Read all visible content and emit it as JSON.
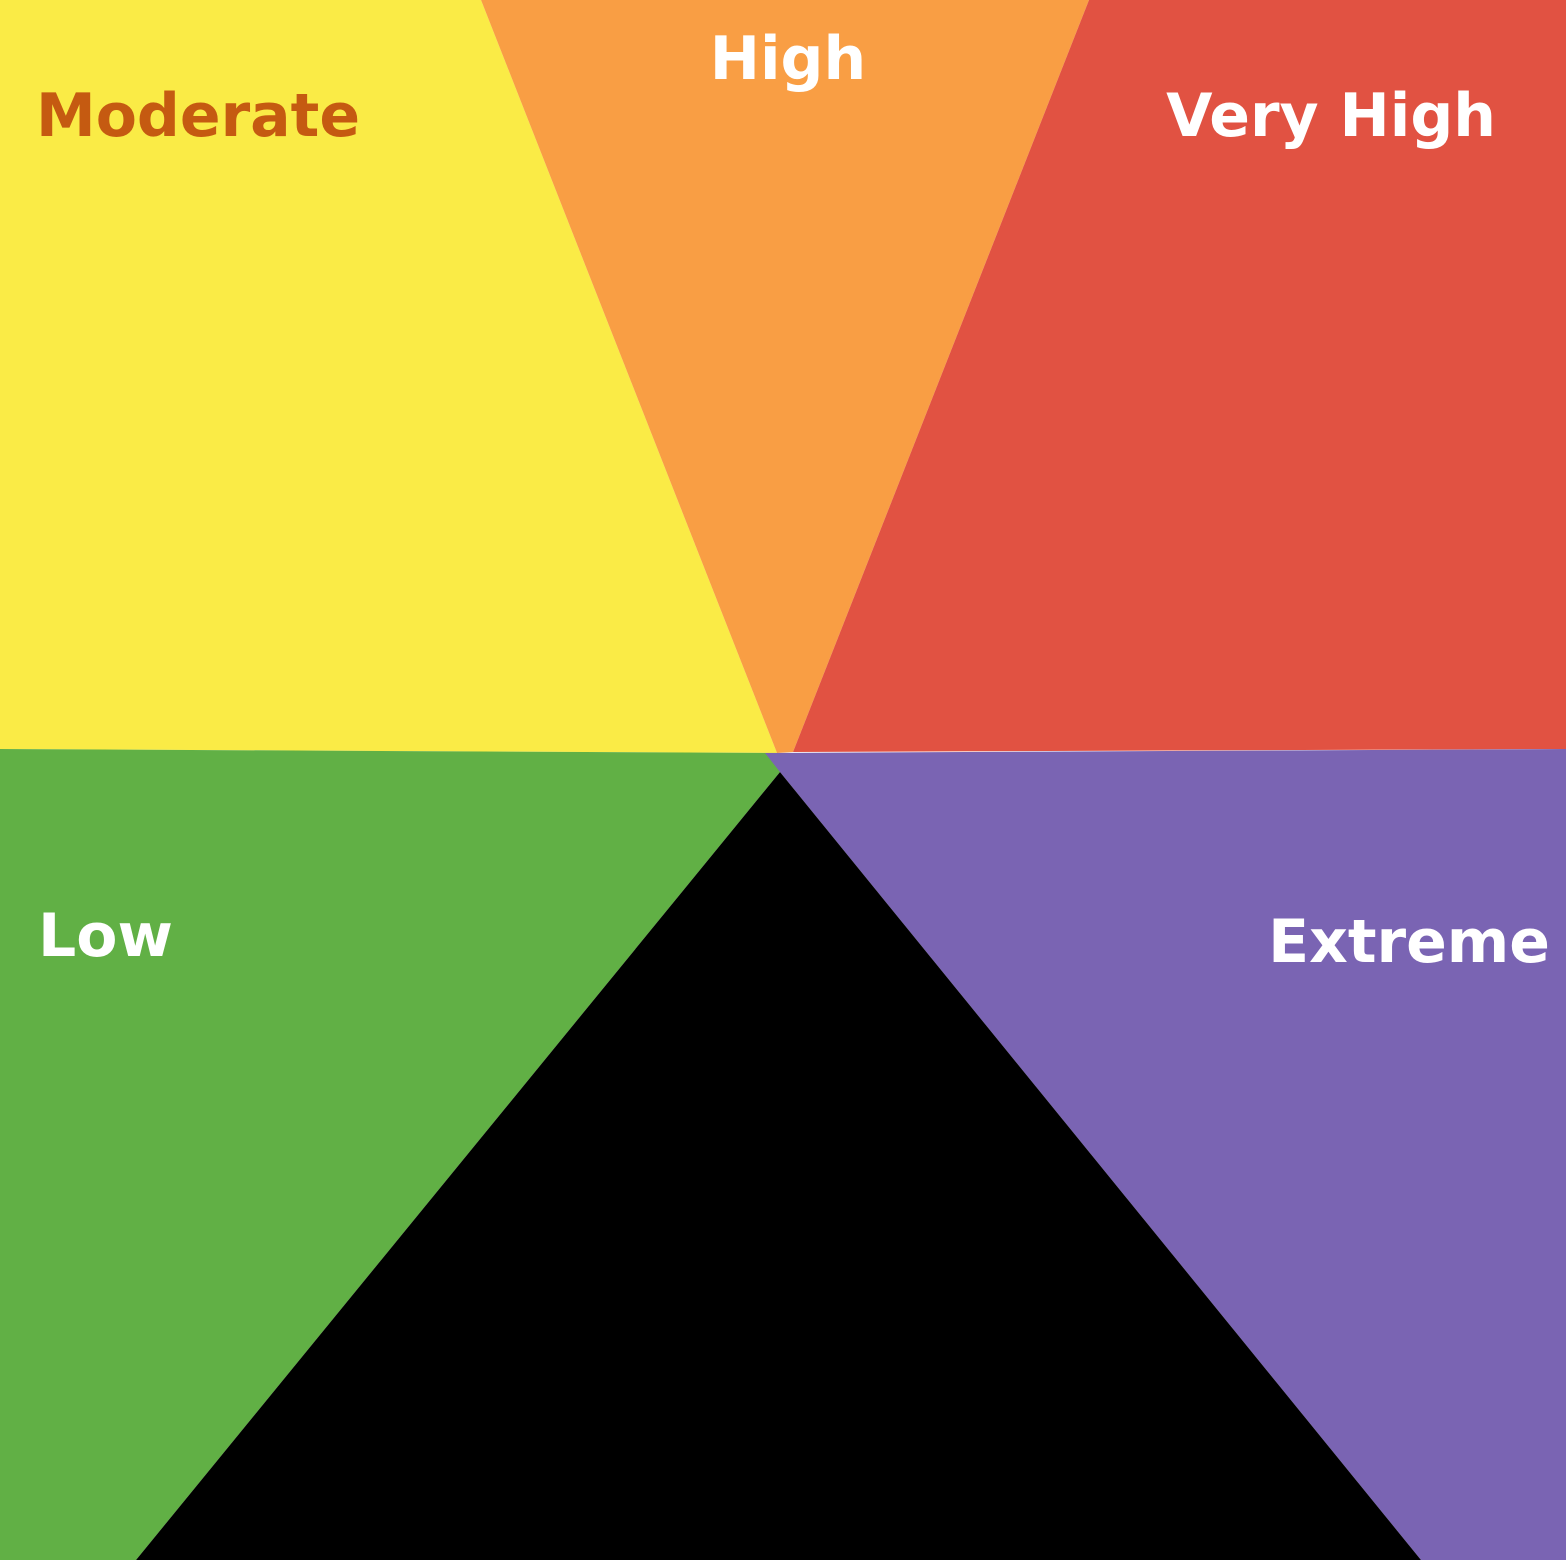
{
  "sectors": [
    {
      "id": "low",
      "label": "Low",
      "color": "#61b045",
      "label_color": "#ffffff"
    },
    {
      "id": "moderate",
      "label": "Moderate",
      "color": "#faeb46",
      "label_color": "#c55a11"
    },
    {
      "id": "high",
      "label": "High",
      "color": "#f99e44",
      "label_color": "#ffffff"
    },
    {
      "id": "very-high",
      "label": "Very High",
      "color": "#e15242",
      "label_color": "#ffffff"
    },
    {
      "id": "extreme",
      "label": "Extreme",
      "color": "#7a64b3",
      "label_color": "#ffffff"
    },
    {
      "id": "bottom",
      "label": "",
      "color": "#000000",
      "label_color": "#ffffff"
    }
  ]
}
